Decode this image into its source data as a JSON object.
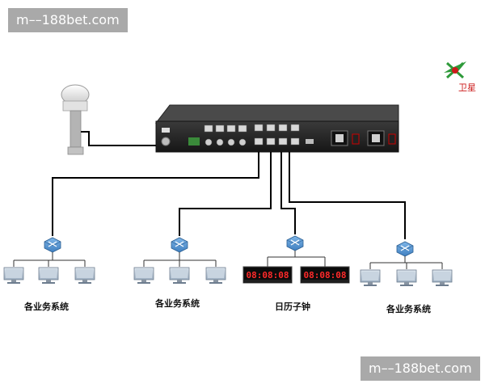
{
  "watermark_top": "m––188bet.com",
  "watermark_bottom": "m––188bet.com",
  "logo": {
    "text": "卫星",
    "icon": "satellite-logo-icon",
    "color": "#2e9a3a"
  },
  "labels": {
    "group1": "各业务系统",
    "group2": "各业务系统",
    "group3": "日历子钟",
    "group4": "各业务系统"
  },
  "clocks": [
    {
      "display": "08:08:08"
    },
    {
      "display": "08:08:08"
    }
  ],
  "colors": {
    "switch": "#5b9bd5",
    "clock_digits": "#ff2a2a",
    "cable": "#000000",
    "watermark": "#a9a9a9"
  }
}
